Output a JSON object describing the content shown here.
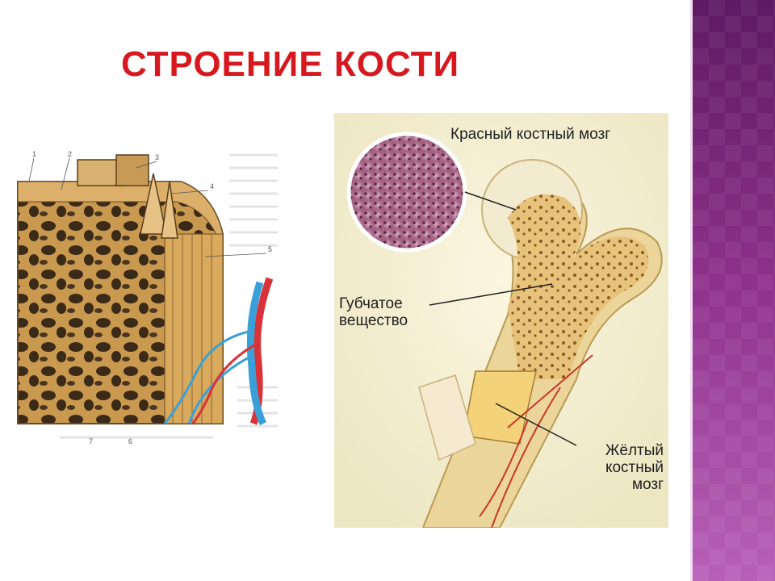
{
  "slide": {
    "title": "СТРОЕНИЕ КОСТИ"
  },
  "right_figure": {
    "labels": {
      "red_marrow": "Красный костный мозг",
      "spongy_line1": "Губчатое",
      "spongy_line2": "вещество",
      "yellow_line1": "Жёлтый",
      "yellow_line2": "костный",
      "yellow_line3": "мозг"
    }
  },
  "left_figure": {
    "numbers": [
      "1",
      "2",
      "3",
      "4",
      "5",
      "6",
      "7"
    ]
  },
  "colors": {
    "title": "#d7191f",
    "accent_bar": "#8a2f88",
    "bone": "#e8c98a",
    "artery": "#d9333a",
    "vein": "#3aa0d8"
  }
}
